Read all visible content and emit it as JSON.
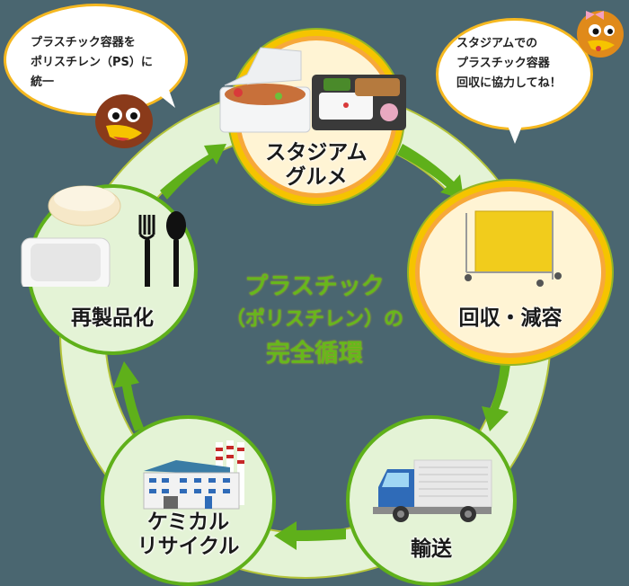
{
  "diagram": {
    "title_lines": [
      "プラスチック",
      "（ポリスチレン）の",
      "完全循環"
    ],
    "colors": {
      "background": "#4a6670",
      "arrow": "#5fb01a",
      "band": "#e4f3d6",
      "yellow_ring": "#f5c400",
      "orange_border": "#f7a83a",
      "yellow_fill": "#fff4d4",
      "green_fill": "#e4f3d6",
      "green_border": "#5fb01a",
      "title_text": "#66b81c"
    },
    "nodes": [
      {
        "id": "stadium-gourmet",
        "label_lines": [
          "スタジアム",
          "グルメ"
        ],
        "style": "yellow",
        "icon": "bento-boxes-icon"
      },
      {
        "id": "collection",
        "label_lines": [
          "回収・減容"
        ],
        "style": "yellow",
        "icon": "collection-cart-icon"
      },
      {
        "id": "transport",
        "label_lines": [
          "輸送"
        ],
        "style": "green",
        "icon": "truck-icon"
      },
      {
        "id": "chemical-recycling",
        "label_lines": [
          "ケミカル",
          "リサイクル"
        ],
        "style": "green",
        "icon": "factory-icon"
      },
      {
        "id": "remanufacture",
        "label_lines": [
          "再製品化"
        ],
        "style": "green",
        "icon": "containers-cutlery-icon"
      }
    ],
    "flow": [
      "stadium-gourmet",
      "collection",
      "transport",
      "chemical-recycling",
      "remanufacture",
      "stadium-gourmet"
    ]
  },
  "bubbles": {
    "left": {
      "lines": [
        "プラスチック容器を",
        "ポリスチレン（PS）に",
        "統一"
      ],
      "mascot": "hawk-mascot-icon"
    },
    "right": {
      "lines": [
        "スタジアムでの",
        "プラスチック容器",
        "回収に協力してね！"
      ],
      "mascot": "hawk-mascot-girl-icon"
    }
  }
}
